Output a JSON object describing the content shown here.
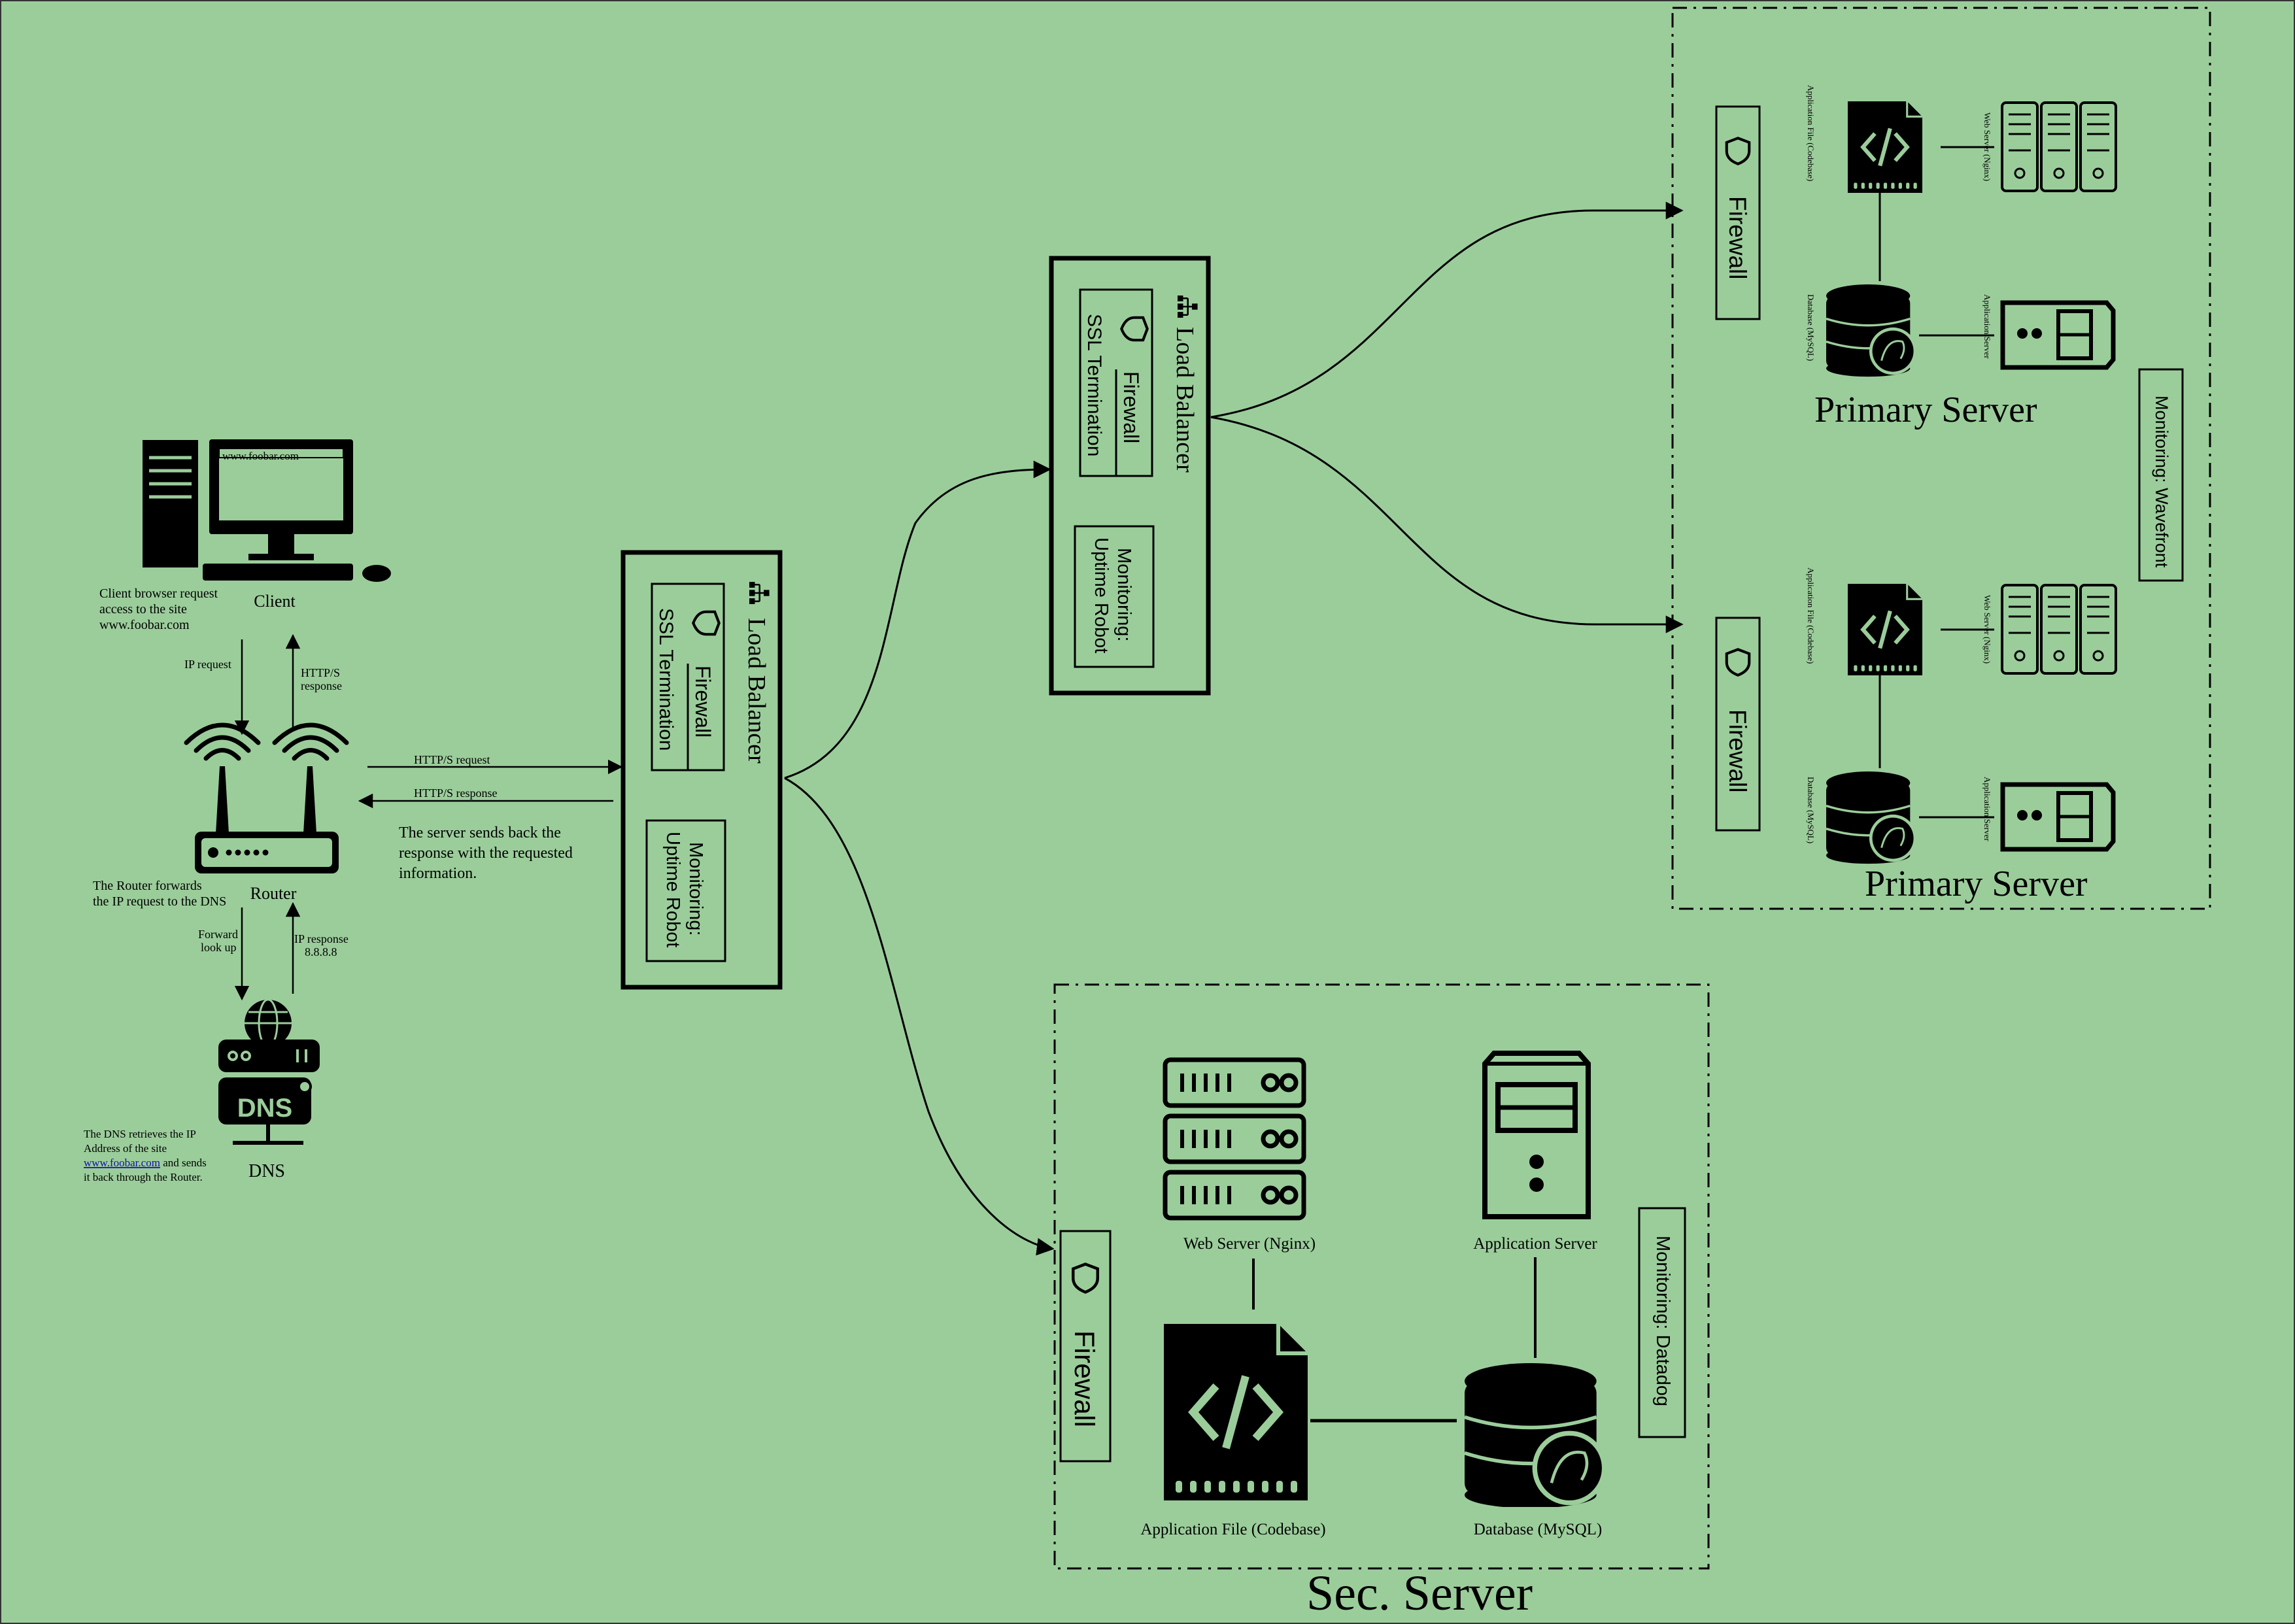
{
  "colors": {
    "background": "#9bcd9b",
    "ink": "#000000",
    "icon_accent": "#9bcd9b"
  },
  "client": {
    "label": "Client",
    "url_bar": "www.foobar.com",
    "note_lines": [
      "Client browser request",
      "access to the site",
      "www.foobar.com"
    ]
  },
  "router": {
    "label": "Router",
    "note_lines": [
      "The Router forwards",
      "the IP request to the DNS"
    ]
  },
  "dns": {
    "label": "DNS",
    "icon_text": "DNS",
    "note_lines": [
      "The DNS retrieves the IP",
      "Address of the site",
      "www.foobar.com",
      " and sends",
      "it back through the Router."
    ]
  },
  "edges": {
    "ip_request": "IP request",
    "https_response_lines": [
      "HTTP/S",
      "response"
    ],
    "forward_lookup_lines": [
      "Forward",
      "look up"
    ],
    "ip_response_lines": [
      "IP response",
      "8.8.8.8"
    ],
    "https_request": "HTTP/S request",
    "https_response": "HTTP/S response"
  },
  "server_reply_note": [
    "The server sends back the",
    "response with the requested",
    "information."
  ],
  "load_balancer": {
    "title": "Load Balancer",
    "firewall": "Firewall",
    "ssl": "SSL Termination",
    "monitoring_lines": [
      "Monitoring:",
      "Uptime Robot"
    ]
  },
  "firewall_label": "Firewall",
  "primary_servers": {
    "title": "Primary Server",
    "monitoring": "Monitoring: Wavefront",
    "app_file": "Application File (Codebase)",
    "web_server": "Web Server (Nginx)",
    "database": "Database (MySQL)",
    "app_server": "Application Server"
  },
  "secondary_server": {
    "title": "Sec. Server",
    "monitoring": "Monitoring: Datadog",
    "web_server": "Web Server (Nginx)",
    "app_server": "Application Server",
    "app_file": "Application File (Codebase)",
    "database": "Database (MySQL)"
  }
}
